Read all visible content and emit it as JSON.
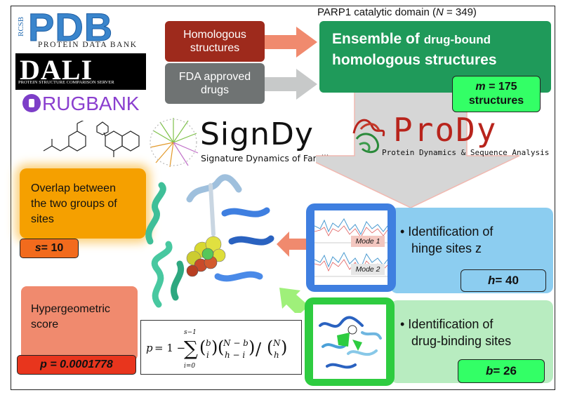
{
  "header": {
    "title_prefix": "PARP1 catalytic domain (",
    "title_var": "N",
    "title_suffix": " = 349)"
  },
  "logos": {
    "rcsb": "RCSB",
    "pdb": "PDB",
    "pdb_sub": "PROTEIN DATA BANK",
    "dali": "DALI",
    "dali_sub": "PROTEIN STRUCTURE COMPARISON SERVER",
    "drugbank": "DRUGBANK",
    "drugbank_d": "D",
    "drugbank_rest": "RUGBANK",
    "signdy": "SignDy",
    "signdy_sub": "Signature Dynamics of Families",
    "prody": "ProDy",
    "prody_sub": "Protein Dynamics & Sequence Analysis"
  },
  "inputs": {
    "homologous_line1": "Homologous",
    "homologous_line2": "structures",
    "fda_line1": "FDA approved",
    "fda_line2": "drugs"
  },
  "ensemble": {
    "line1_bold": "Ensemble of ",
    "line1_small": "drug-bound",
    "line2": "homologous structures",
    "count_var": "m",
    "count_rest": " = 175",
    "count_label": "structures"
  },
  "overlap": {
    "line1": "Overlap between",
    "line2": "the two groups of",
    "line3": "sites",
    "var": "s",
    "value": " = 10"
  },
  "hinge": {
    "line1": "• Identification of",
    "line2": "hinge sites z",
    "var": "h",
    "value": " = 40",
    "mode1": "Mode 1",
    "mode2": "Mode 2"
  },
  "binding": {
    "line1": "• Identification of",
    "line2": "drug-binding sites",
    "var": "b",
    "value": " = 26"
  },
  "hypergeometric": {
    "line1": "Hypergeometric",
    "line2": "score",
    "p_value": "p = 0.0001778"
  },
  "formula": "p = 1 − Σ_{i=0}^{s−1} (b choose i)(N−b choose h−i) / (N choose h)",
  "colors": {
    "dark_red": "#9e2a1c",
    "gray": "#6f7373",
    "green": "#1f9a5a",
    "bright_green": "#33ff66",
    "orange": "#f5a000",
    "orange_value": "#f26b1d",
    "light_blue": "#8ccdf0",
    "hinge_blue": "#3f7fe0",
    "binding_green": "#2ecc40",
    "salmon": "#f08a6e",
    "red_value": "#e8351d",
    "light_green": "#b8ecc0",
    "prody_red": "#b8241c",
    "pdb_blue": "#2a6fb3"
  }
}
